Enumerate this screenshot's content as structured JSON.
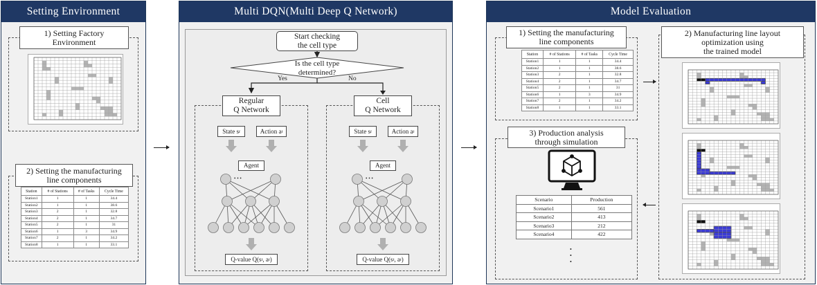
{
  "panels": {
    "setting_environment": {
      "title": "Setting Environment",
      "box1_line1": "1) Setting Factory",
      "box1_line2": "Environment",
      "box2_line1": "2) Setting the manufacturing",
      "box2_line2": "line components"
    },
    "multi_dqn": {
      "title": "Multi DQN(Multi Deep Q Network)",
      "start_line1": "Start checking",
      "start_line2": "the cell type",
      "decision_line1": "Is the cell type",
      "decision_line2": "determined?",
      "yes": "Yes",
      "no": "No",
      "regular_line1": "Regular",
      "regular_line2": "Q Network",
      "cell_line1": "Cell",
      "cell_line2": "Q Network",
      "state": "State s",
      "action": "Action a",
      "subscript": "t",
      "agent": "Agent",
      "dots": "• • •",
      "qvalue": "Q-value Q(s",
      "qvalue_mid": ", a",
      "qvalue_end": ")"
    },
    "model_evaluation": {
      "title": "Model Evaluation",
      "box1_line1": "1) Setting the manufacturing",
      "box1_line2": "line components",
      "box2_line1": "2) Manufacturing line layout",
      "box2_line2": "optimization using",
      "box2_line3": "the trained model",
      "box3_line1": "3) Production analysis",
      "box3_line2": "through simulation",
      "vdots": "•\n•\n•"
    }
  },
  "station_table": {
    "headers": [
      "Station",
      "# of Stations",
      "# of Tasks",
      "Cycle Time"
    ],
    "rows": [
      [
        "Station1",
        "1",
        "1",
        "34.4"
      ],
      [
        "Station2",
        "1",
        "1",
        "38.6"
      ],
      [
        "Station3",
        "2",
        "1",
        "32.8"
      ],
      [
        "Station4",
        "2",
        "1",
        "34.7"
      ],
      [
        "Station5",
        "2",
        "1",
        "31"
      ],
      [
        "Station6",
        "1",
        "3",
        "34.9"
      ],
      [
        "Station7",
        "2",
        "1",
        "34.2"
      ],
      [
        "Station8",
        "1",
        "1",
        "33.1"
      ]
    ]
  },
  "production_table": {
    "headers": [
      "Scenario",
      "Production"
    ],
    "rows": [
      [
        "Scenario1",
        "561"
      ],
      [
        "Scenario2",
        "413"
      ],
      [
        "Scenario3",
        "212"
      ],
      [
        "Scenario4",
        "422"
      ]
    ]
  },
  "colors": {
    "title_bar": "#1f3864",
    "panel_bg": "#f1f1f1",
    "layout_blue": "#3b3bd6",
    "grey_cell": "#b3b3b3"
  },
  "icons": [
    "computer-monitor-icon",
    "cube-network-icon",
    "down-arrow-icon",
    "neural-network-icon"
  ]
}
